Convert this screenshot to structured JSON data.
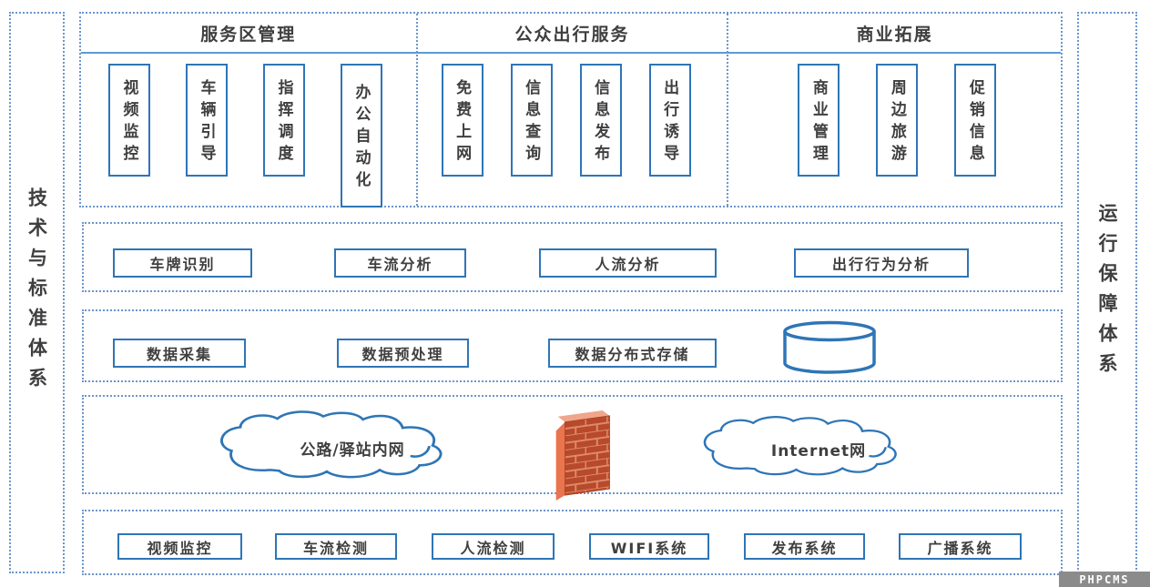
{
  "pillars": {
    "left": "技术与标准体系",
    "right": "运行保障体系"
  },
  "top_sections": [
    {
      "title": "服务区管理",
      "items": [
        "视频监控",
        "车辆引导",
        "指挥调度",
        "办公自动化"
      ]
    },
    {
      "title": "公众出行服务",
      "items": [
        "免费上网",
        "信息查询",
        "信息发布",
        "出行诱导"
      ]
    },
    {
      "title": "商业拓展",
      "items": [
        "商业管理",
        "周边旅游",
        "促销信息"
      ]
    }
  ],
  "layers": {
    "analysis": {
      "items": [
        "车牌识别",
        "车流分析",
        "人流分析",
        "出行行为分析"
      ]
    },
    "data": {
      "items": [
        "数据采集",
        "数据预处理",
        "数据分布式存储"
      ],
      "icon": "database-cylinder-icon"
    },
    "network": {
      "intranet_label": "公路/驿站内网",
      "internet_label": "Internet网",
      "icon": "firewall-icon"
    },
    "devices": {
      "items": [
        "视频监控",
        "车流检测",
        "人流检测",
        "WIFI系统",
        "发布系统",
        "广播系统"
      ]
    }
  },
  "watermark": "PHPCMS",
  "colors": {
    "dashed_border": "#6b96cc",
    "solid_border": "#2e75b6",
    "separator_line": "#5b9bd5",
    "text": "#3f3f3f",
    "cloud_stroke": "#2e75b6",
    "brick_front": "#b8492b",
    "brick_mortar": "#dd8a6a",
    "brick_side": "#e9744e",
    "watermark_bg": "#8b8b8b"
  }
}
